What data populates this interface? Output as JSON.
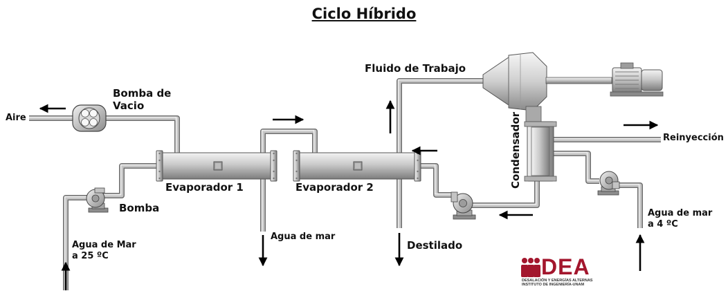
{
  "title": "Ciclo Híbrido",
  "labels": {
    "aire": "Aire",
    "bomba_vacio_1": "Bomba de",
    "bomba_vacio_2": "Vacio",
    "fluido_trabajo": "Fluido de Trabajo",
    "reinyeccion": "Reinyección",
    "evaporador_1": "Evaporador 1",
    "evaporador_2": "Evaporador 2",
    "condensador": "Condensador",
    "bomba": "Bomba",
    "agua_mar_25_1": "Agua de Mar",
    "agua_mar_25_2": "a 25 ºC",
    "agua_de_mar": "Agua de mar",
    "destilado": "Destilado",
    "agua_mar_4_1": "Agua de mar",
    "agua_mar_4_2": "a 4 ºC"
  },
  "logo": {
    "word": "DEA",
    "line1": "DESALACIÓN Y ENERGÍAS ALTERNAS",
    "line2": "INSTITUTO DE INGENIERÍA-UNAM",
    "color": "#a3162d"
  },
  "colors": {
    "pipe": "#b9b9b9",
    "pipe_edge": "#6f6f6f",
    "metal_light": "#ececec",
    "metal_dark": "#8a8a8a",
    "arrow": "#000000"
  }
}
